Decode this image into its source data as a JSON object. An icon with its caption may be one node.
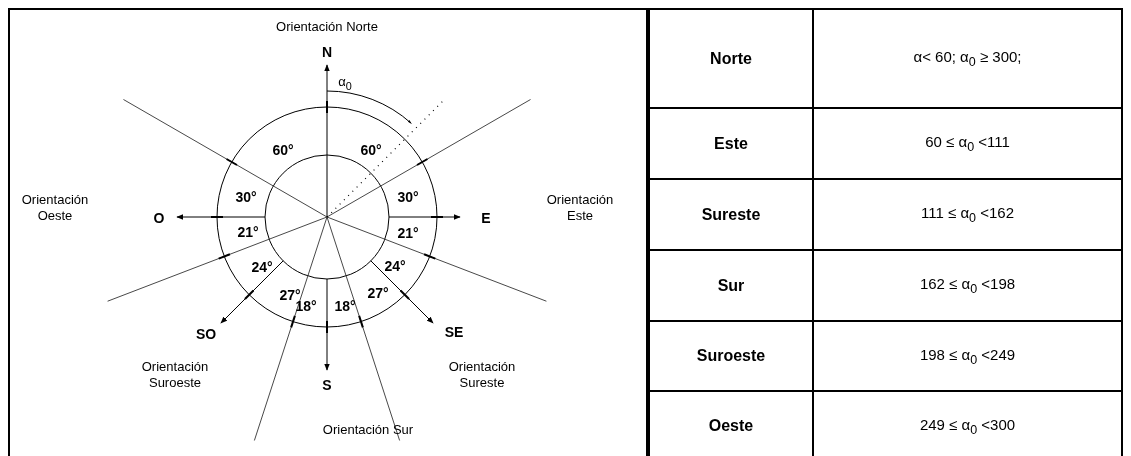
{
  "diagram": {
    "labels": [
      "Orientación Norte",
      "N",
      "α$_{0}$",
      "60°",
      "60°",
      "Orientación Oeste",
      "O",
      "30°",
      "30°",
      "E",
      "Orientación Este",
      "21°",
      "21°",
      "24°",
      "24°",
      "27°",
      "18°",
      "18°",
      "27°",
      "SO",
      "SE",
      "Orientación Suroeste",
      "S",
      "Orientación Sureste",
      "Orientación Sur",
      "Norte",
      "α< 60; α$_{0}$ ≥ 300;",
      "Este",
      "60 ≤ α$_{0}$ <111",
      "Sureste",
      "111 ≤ α$_{0}$ <162",
      "Sur",
      "162 ≤ α$_{0}$ <198",
      "Suroeste",
      "198 ≤ α$_{0}$ <249",
      "Oeste",
      "249 ≤ α$_{0}$ <300"
    ]
  }
}
